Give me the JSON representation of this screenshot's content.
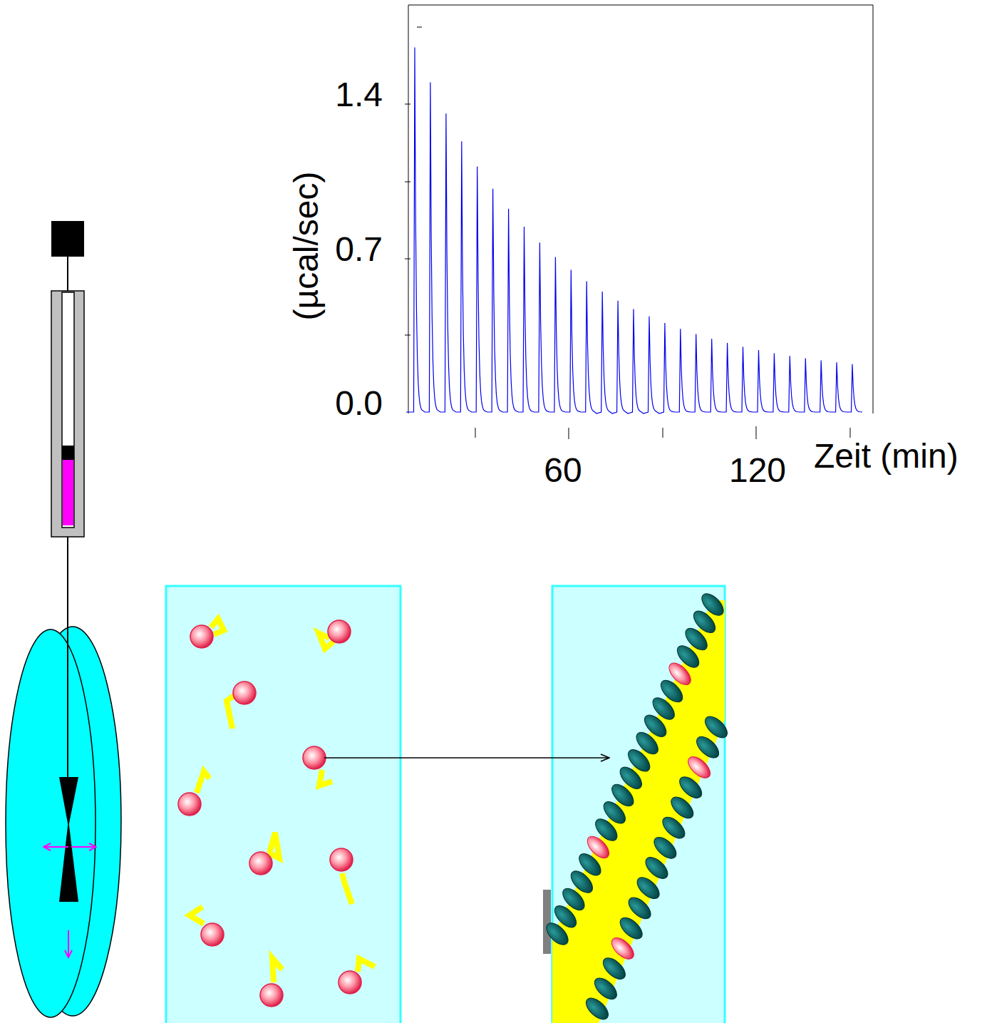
{
  "diagram": {
    "labels": [
      "1.4",
      "0.7",
      "0.0",
      "(µcal/sec)",
      "60",
      "120",
      "Zeit (min)"
    ]
  }
}
